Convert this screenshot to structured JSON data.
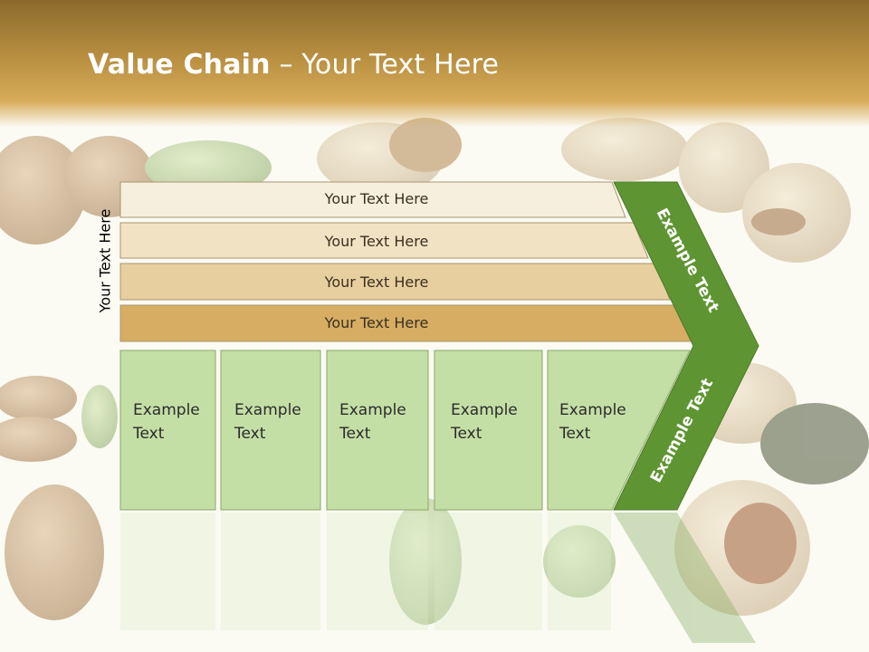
{
  "slide": {
    "title_bold": "Value Chain",
    "title_rest": " – Your Text Here",
    "side_label": "Your Text Here"
  },
  "rows": [
    {
      "label": "Your Text Here",
      "fill": "#f7efdd"
    },
    {
      "label": "Your Text Here",
      "fill": "#f1e2c3"
    },
    {
      "label": "Your Text Here",
      "fill": "#e8cf9f"
    },
    {
      "label": "Your Text Here",
      "fill": "#d6ad63"
    }
  ],
  "boxes": [
    {
      "line1": "Example",
      "line2": "Text"
    },
    {
      "line1": "Example",
      "line2": "Text"
    },
    {
      "line1": "Example",
      "line2": "Text"
    },
    {
      "line1": "Example",
      "line2": "Text"
    },
    {
      "line1": "Example",
      "line2": "Text"
    }
  ],
  "chevron": {
    "upper_label": "Example Text",
    "lower_label": "Example Text",
    "color": "#5e9532"
  },
  "colors": {
    "box_fill": "#c4dfa6",
    "box_stroke": "#8aa86a"
  }
}
